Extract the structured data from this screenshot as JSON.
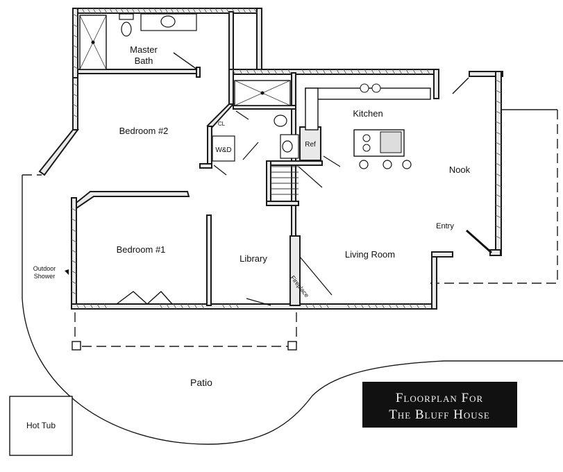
{
  "rooms": {
    "master_bath": [
      "Master",
      "Bath"
    ],
    "bedroom2": "Bedroom #2",
    "bedroom1": "Bedroom #1",
    "kitchen": "Kitchen",
    "nook": "Nook",
    "library": "Library",
    "living_room": "Living Room",
    "patio": "Patio",
    "hot_tub": "Hot Tub",
    "wd": "W&D",
    "ref": "Ref",
    "cl": "CL",
    "entry": "Entry",
    "fireplace": "Fireplace",
    "outdoor_shower": [
      "Outdoor",
      "Shower"
    ]
  },
  "title": [
    "Floorplan For",
    "The Bluff House"
  ],
  "colors": {
    "title_bg": "#111111",
    "title_fg": "#f2f2f2",
    "wall": "#e9e9e9"
  }
}
